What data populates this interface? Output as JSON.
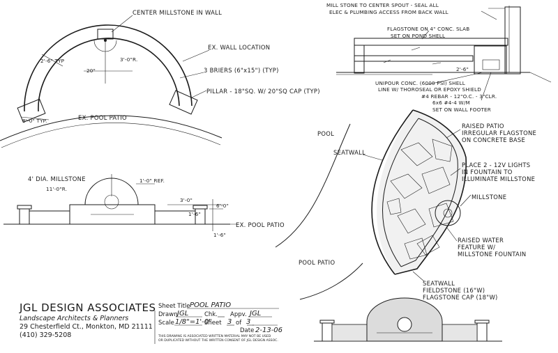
{
  "plan_top": {
    "center_millstone": "CENTER MILLSTONE IN WALL",
    "ex_wall_location": "EX. WALL LOCATION",
    "briers": "3 BRIERS (6\"x15\") (TYP)",
    "pillar": "PILLAR - 18\"SQ. W/ 20\"SQ CAP (TYP)",
    "dim_3_0": "3'-0\"R.",
    "dim_2_6": "2'-6\" TYP",
    "dim_20": "20\"",
    "dim_8_0": "8'-0\" TYP.",
    "ex_pool_patio": "EX. POOL PATIO"
  },
  "elevation": {
    "millstone": "4' DIA. MILLSTONE",
    "dim_11_0": "11'-0\"R.",
    "dim_1_0_ref": "1'-0\" REF.",
    "dim_3_0": "3'-0\"",
    "dim_1_6": "1'-6\"",
    "dim_6_0": "6'-0\"",
    "ex_pool_patio": "EX. POOL PATIO",
    "dim_1_6_b": "1'-6\""
  },
  "section": {
    "note_millstone": "MILL STONE TO CENTER SPOUT - SEAL ALL",
    "note_plumbing": "ELEC & PLUMBING ACCESS FROM BACK WALL",
    "note_flagstone": "FLAGSTONE ON 4\" CONC. SLAB",
    "note_set": "SET ON POND SHELL",
    "dim_2_6": "2'-6\"",
    "note_unipour": "UNIPOUR CONC. (6000 PSI) SHELL",
    "note_line": "LINE W/ THOROSEAL OR EPOXY SHIELD",
    "note_rebar": "#4 REBAR - 12\"O.C. - 3\"CLR.",
    "note_wwm": "6x6 #4-4 W/M",
    "note_footer": "SET ON WALL FOOTER"
  },
  "plan_right": {
    "pool": "POOL",
    "seatwall": "SEATWALL",
    "raised_patio_1": "RAISED PATIO",
    "raised_patio_2": "IRREGULAR FLAGSTONE",
    "raised_patio_3": "ON CONCRETE BASE",
    "lights_1": "PLACE 2 - 12V LIGHTS",
    "lights_2": "IN FOUNTAIN TO",
    "lights_3": "ILLUMINATE MILLSTONE",
    "millstone": "MILLSTONE",
    "water_1": "RAISED WATER",
    "water_2": "FEATURE W/",
    "water_3": "MILLSTONE FOUNTAIN",
    "pool_patio": "POOL PATIO",
    "seatwall_note_1": "SEATWALL",
    "seatwall_note_2": "FIELDSTONE (16\"W)",
    "seatwall_note_3": "FLAGSTONE CAP (18\"W)"
  },
  "title_block": {
    "firm": "JGL DESIGN ASSOCIATES",
    "sub": "Landscape Architects & Planners",
    "address": "29 Chesterfield Ct., Monkton, MD 21111",
    "phone": "(410) 329-5208",
    "sheet_title_label": "Sheet Title",
    "sheet_title_value": "POOL PATIO",
    "drawn_label": "Drawn",
    "drawn_value": "JGL",
    "chk_label": "Chk.",
    "appv_label": "Appv.",
    "appv_value": "JGL",
    "scale_label": "Scale",
    "scale_value": "1/8\"=1'-0\"",
    "sheet_label": "Sheet",
    "sheet_value": "3",
    "of_label": "of",
    "of_value": "3",
    "date_label": "Date",
    "date_value": "2-13-06",
    "disclaimer_1": "THIS DRAWING IS ASSOCIATED WRITTEN MATERIAL MAY NOT BE USED",
    "disclaimer_2": "OR DUPLICATED WITHOUT THE WRITTEN CONSENT OF JGL DESIGN ASSOC."
  }
}
